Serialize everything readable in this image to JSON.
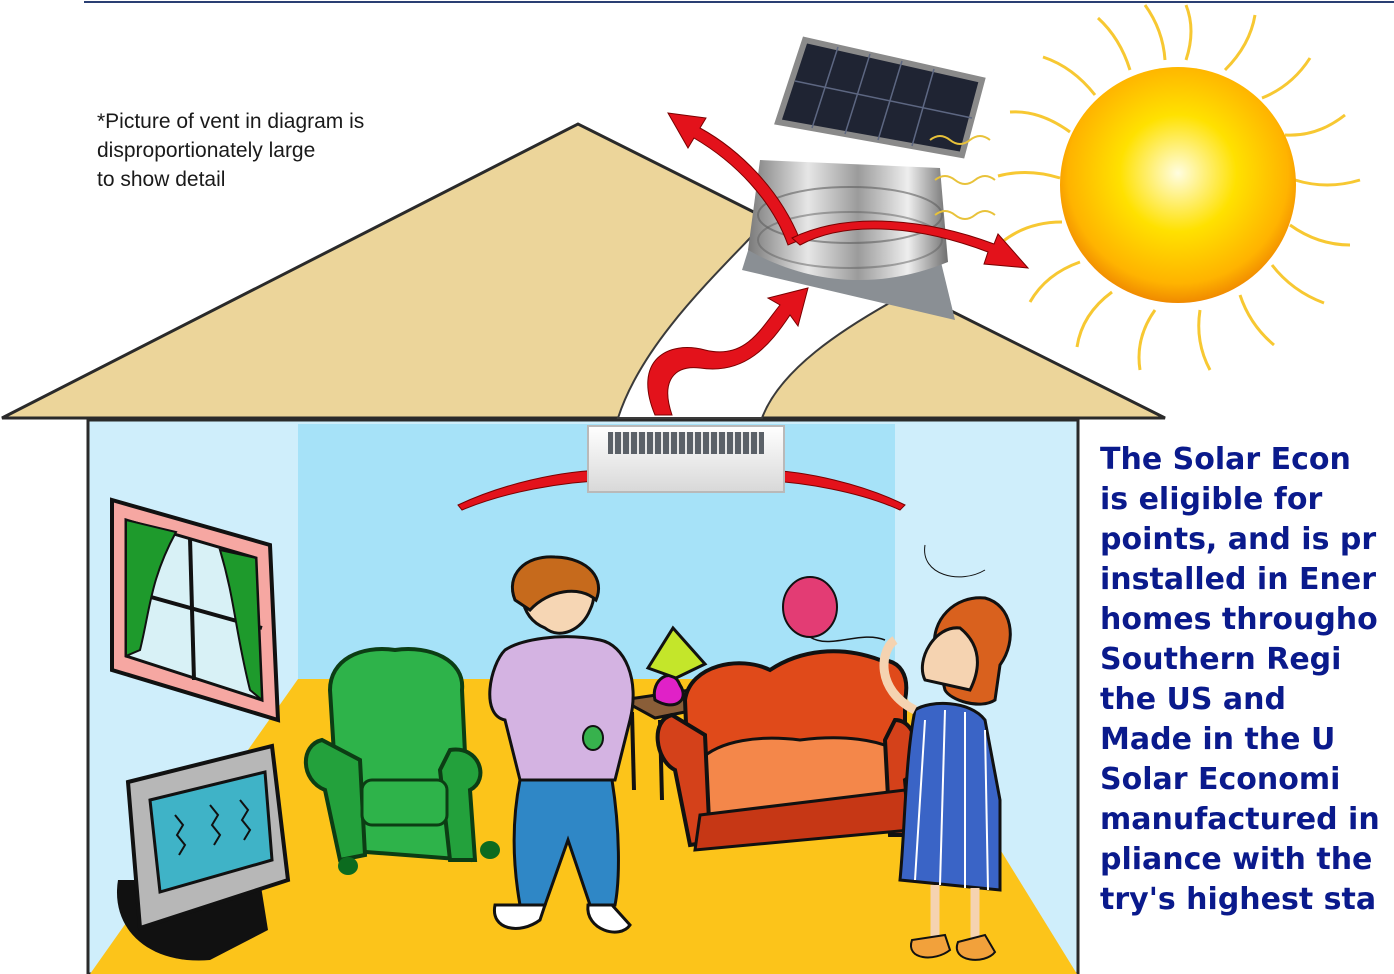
{
  "note": {
    "lines": [
      "*Picture of vent in diagram is",
      "disproportionately large",
      "to show detail"
    ]
  },
  "promo": {
    "lines": [
      "The Solar Econ",
      "is eligible for",
      "points, and is pr",
      "installed in Ener",
      "homes througho",
      "Southern Regi",
      "the US and",
      "Made in the U",
      "Solar Economi",
      "manufactured in",
      "pliance with the",
      "try's highest sta"
    ]
  },
  "colors": {
    "roof": "#ecd59a",
    "room_wall": "#cfeefb",
    "back_wall": "#a6e2f8",
    "floor": "#fcc41a",
    "arrow": "#e3121b",
    "text_blue": "#0a1a8c",
    "top_line": "#2a3f73"
  },
  "icons": [
    "sun-icon",
    "solar-vent-icon",
    "ceiling-grille-icon",
    "window-icon",
    "television-icon",
    "armchair-icon",
    "sofa-icon",
    "lamp-icon",
    "boy-icon",
    "girl-icon",
    "balloon-icon"
  ]
}
